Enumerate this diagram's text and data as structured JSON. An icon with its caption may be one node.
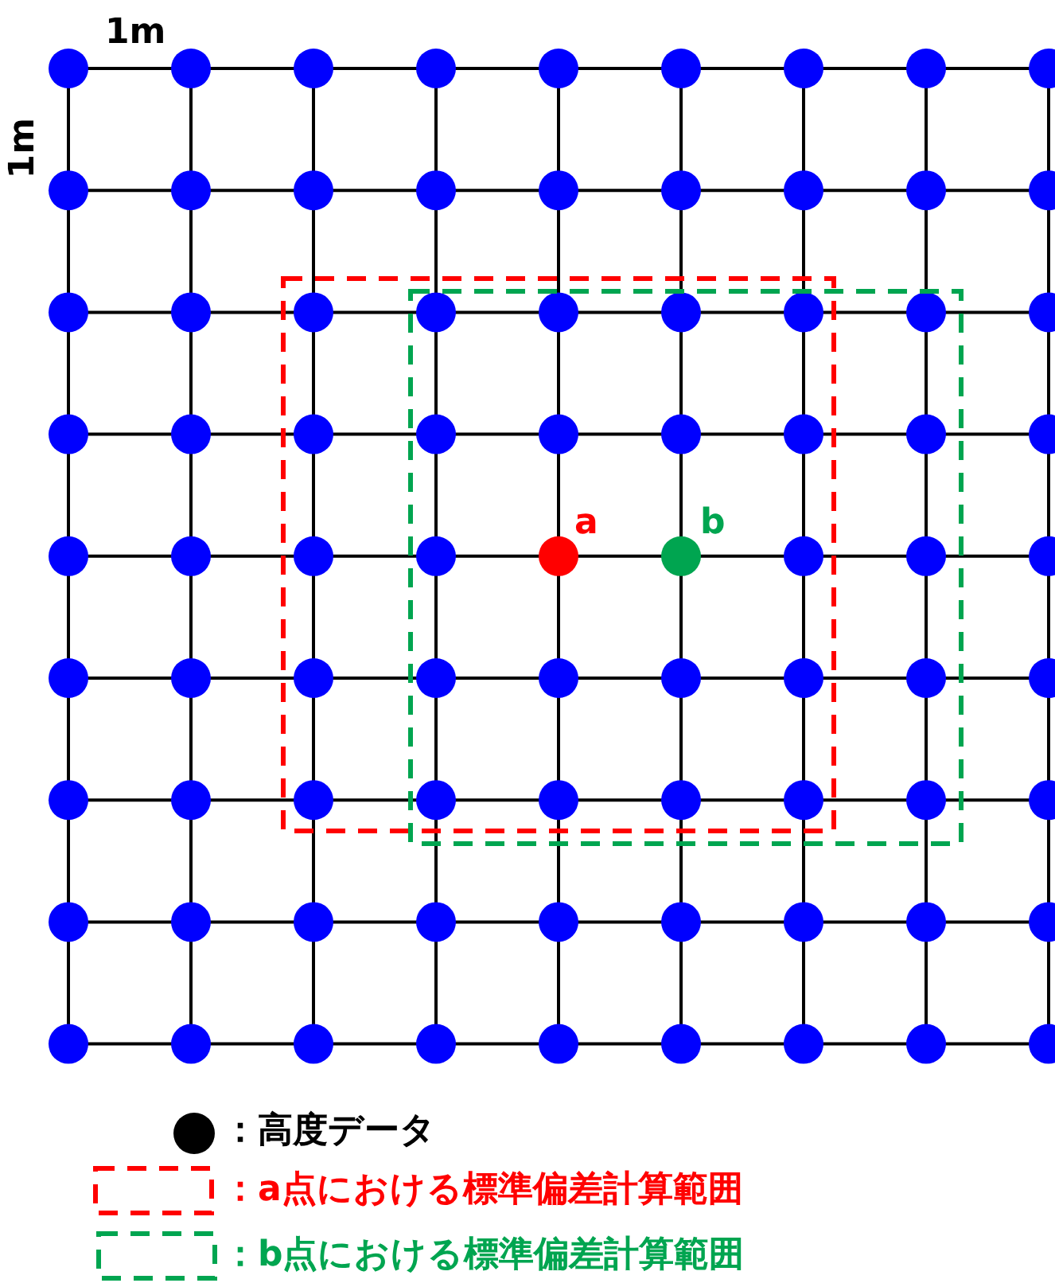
{
  "diagram": {
    "labels": [
      "1m",
      "1m",
      "a",
      "b"
    ],
    "legend": [
      {
        "text": "：高度データ"
      },
      {
        "text": "：a点における標準偏差計算範囲"
      },
      {
        "text": "：b点における標準偏差計算範囲"
      }
    ]
  }
}
